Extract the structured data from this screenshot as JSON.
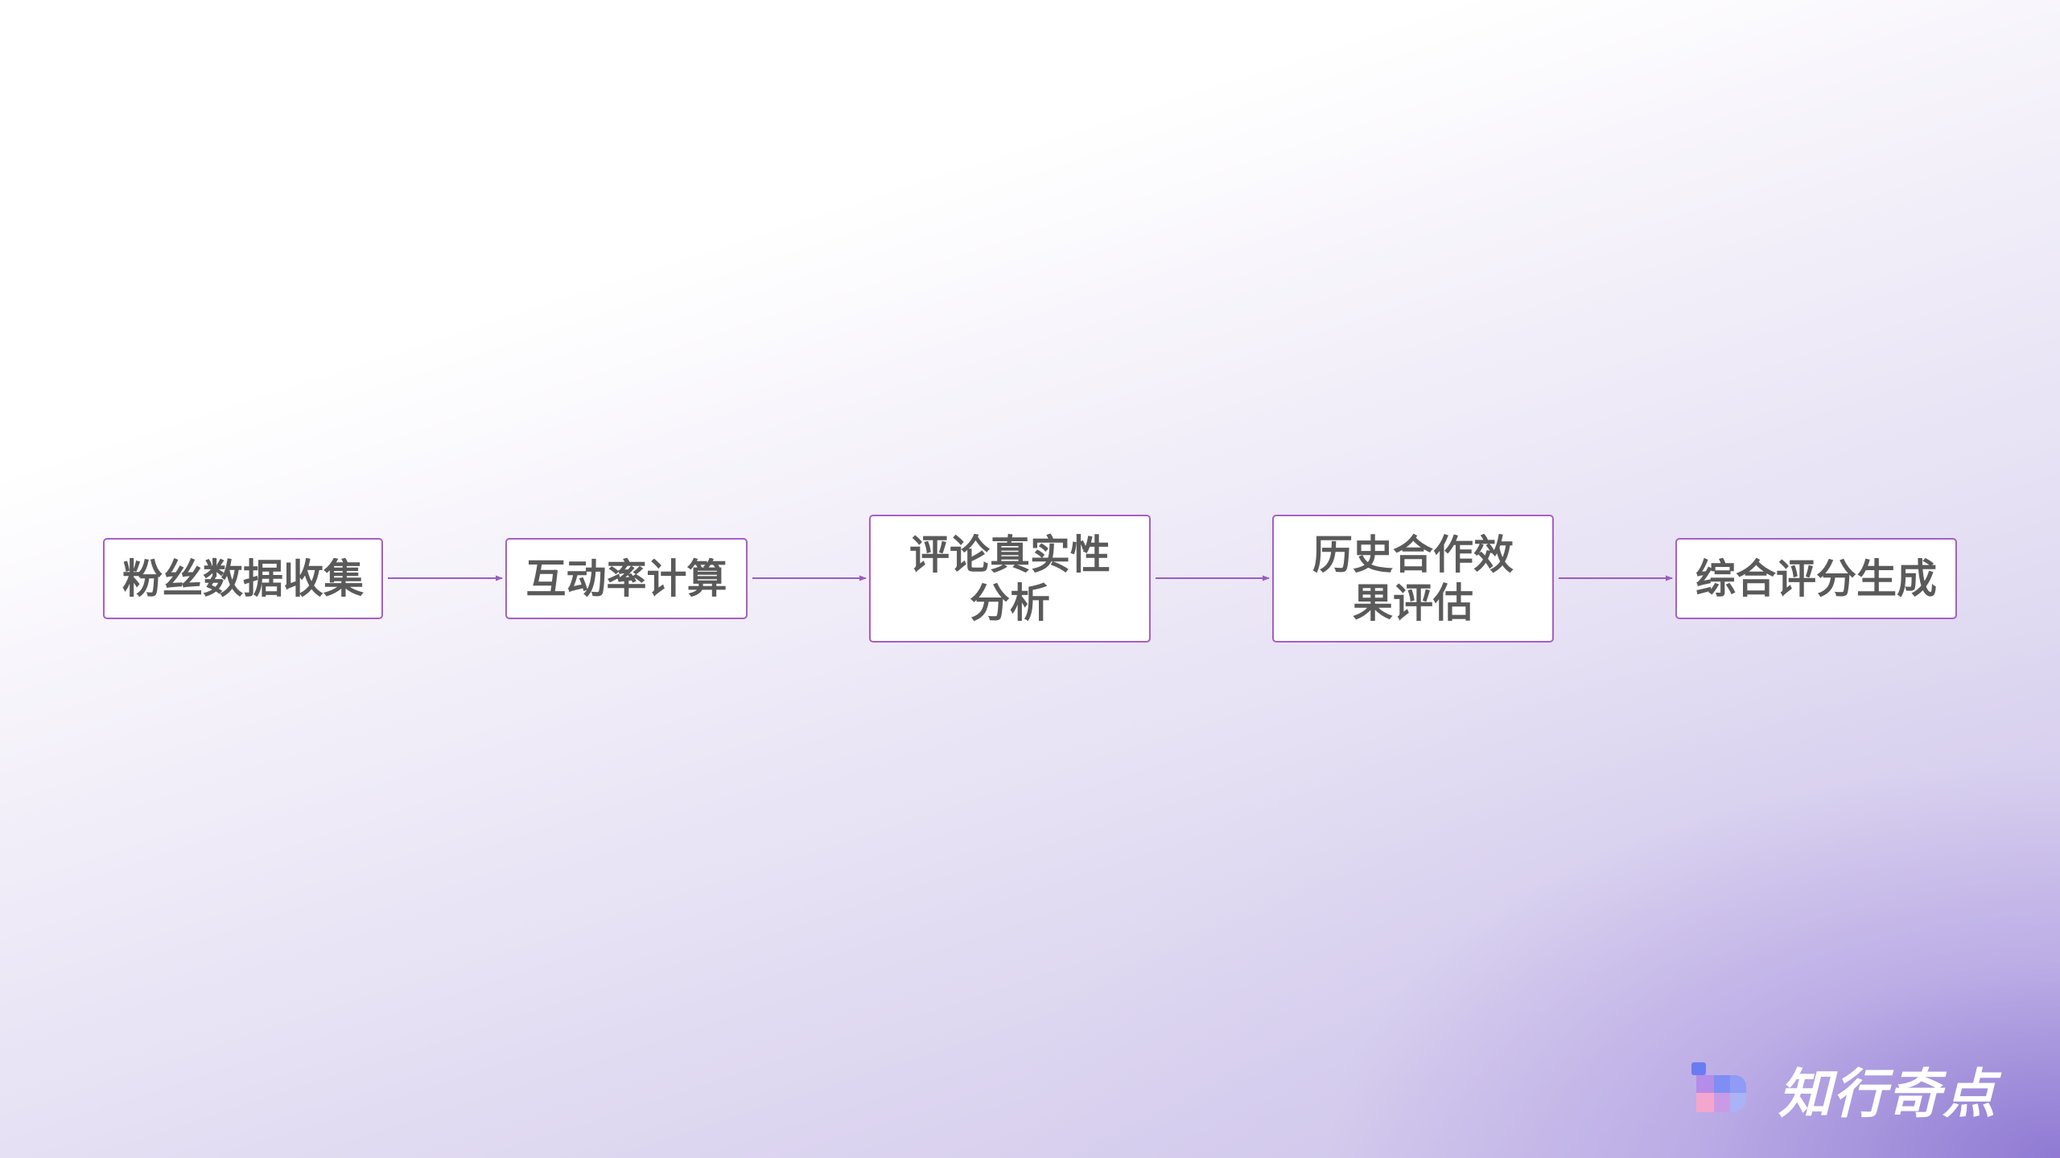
{
  "flowchart": {
    "steps": [
      {
        "label": "粉丝数据收集"
      },
      {
        "label": "互动率计算"
      },
      {
        "label": "评论真实性分析"
      },
      {
        "label": "历史合作效果评估"
      },
      {
        "label": "综合评分生成"
      }
    ]
  },
  "brand": {
    "name": "知行奇点",
    "icon": "brand-logo-icon"
  },
  "colors": {
    "node_border": "#a65fc4",
    "node_text": "#5a5a5a",
    "arrow": "#9b5cc0",
    "background_accent": "#8c76d2"
  }
}
